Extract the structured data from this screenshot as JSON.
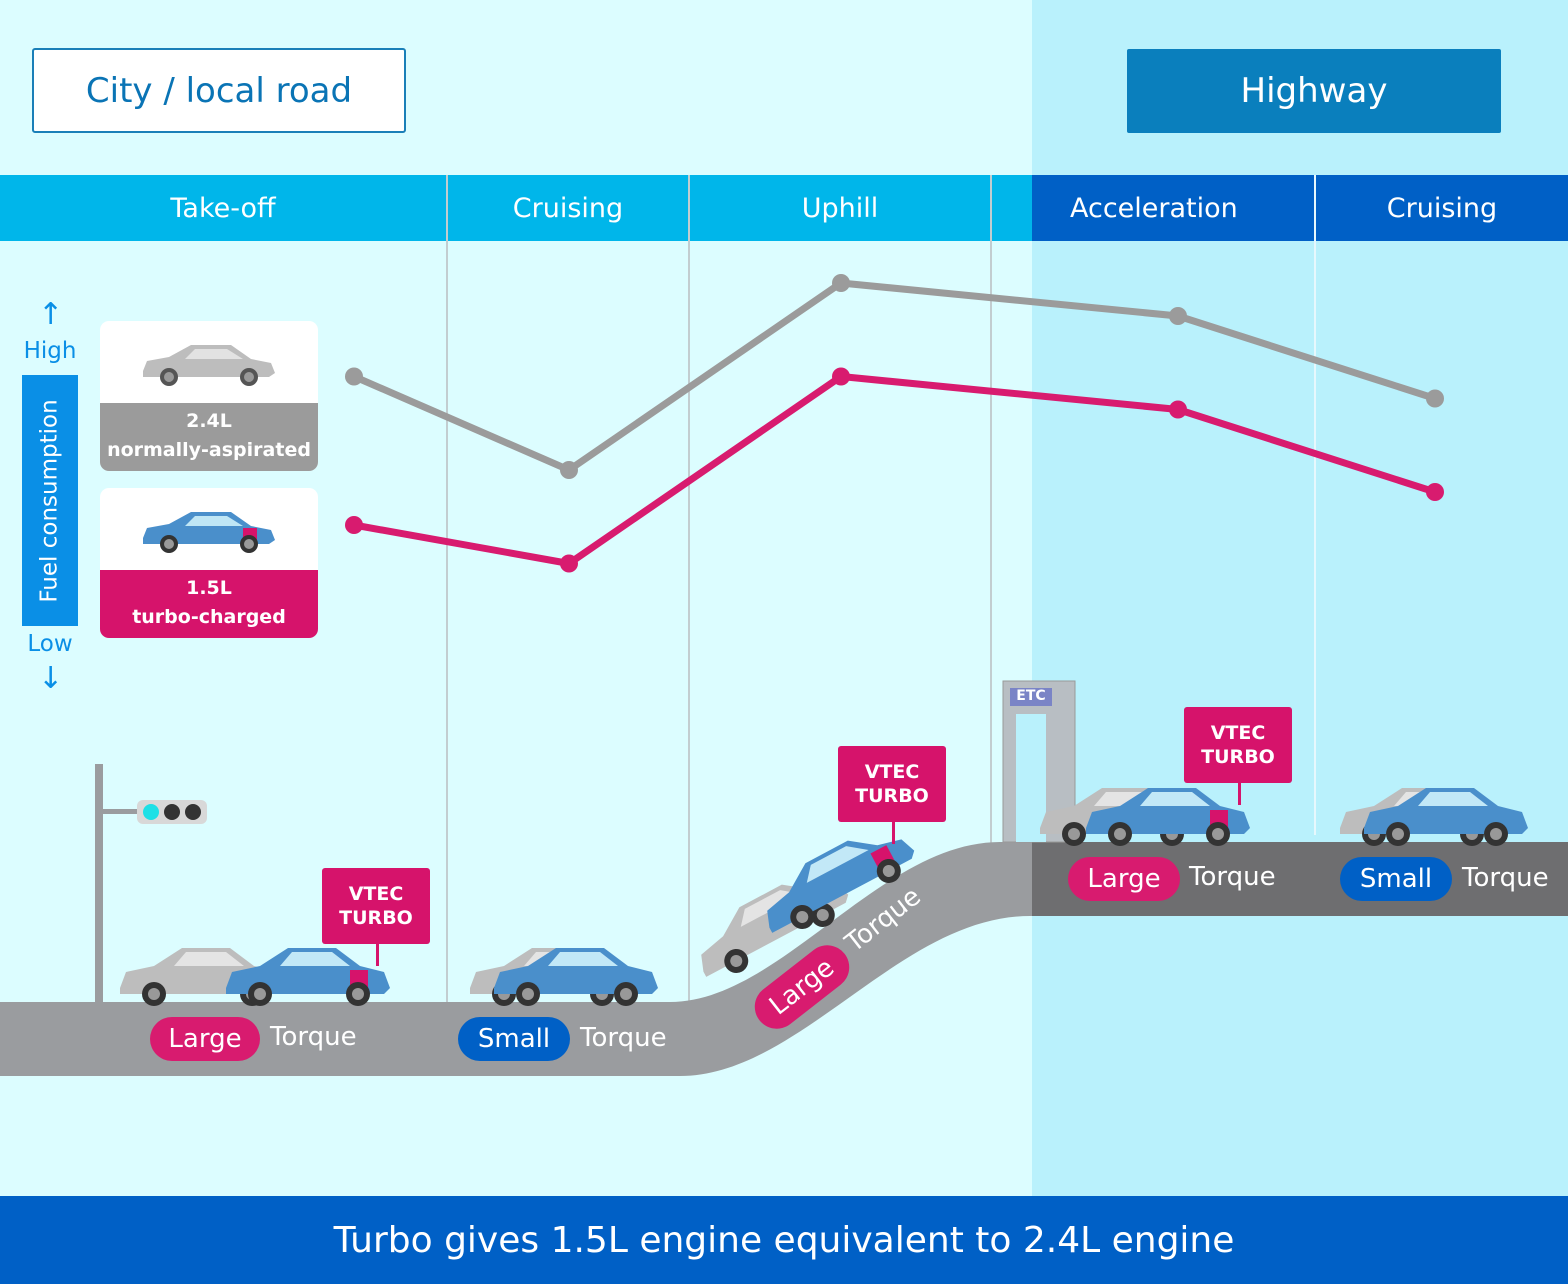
{
  "zones": {
    "city": "City / local road",
    "highway": "Highway"
  },
  "phases": [
    {
      "label": "Take-off",
      "zone": "city"
    },
    {
      "label": "Cruising",
      "zone": "city"
    },
    {
      "label": "Uphill",
      "zone": "city"
    },
    {
      "label": "Acceleration",
      "zone": "highway"
    },
    {
      "label": "Cruising",
      "zone": "highway"
    }
  ],
  "axis": {
    "title": "Fuel consumption",
    "high": "High",
    "low": "Low"
  },
  "legend": [
    {
      "line1": "2.4L",
      "line2": "normally-aspirated",
      "color": "#9b9b9b"
    },
    {
      "line1": "1.5L",
      "line2": "turbo-charged",
      "color": "#d81b6f"
    }
  ],
  "chart_data": {
    "type": "line",
    "categories": [
      "Take-off",
      "Cruising",
      "Uphill",
      "Acceleration",
      "Cruising"
    ],
    "series": [
      {
        "name": "2.4L normally-aspirated",
        "color": "#9b9b9b",
        "values": [
          0.77,
          0.6,
          0.94,
          0.88,
          0.73
        ]
      },
      {
        "name": "1.5L turbo-charged",
        "color": "#d81b6f",
        "values": [
          0.5,
          0.43,
          0.77,
          0.71,
          0.56
        ]
      }
    ],
    "ylabel": "Fuel consumption",
    "ylim": [
      0,
      1
    ],
    "y_axis_labels": [
      "Low",
      "High"
    ]
  },
  "torque": [
    {
      "size": "Large",
      "word": "Torque"
    },
    {
      "size": "Small",
      "word": "Torque"
    },
    {
      "size": "Large",
      "word": "Torque"
    },
    {
      "size": "Large",
      "word": "Torque"
    },
    {
      "size": "Small",
      "word": "Torque"
    }
  ],
  "vtec": {
    "line1": "VTEC",
    "line2": "TURBO"
  },
  "etc_sign": "ETC",
  "footer": "Turbo gives 1.5L engine equivalent to 2.4L engine",
  "colors": {
    "turbo": "#d81b6f",
    "na": "#9b9b9b",
    "city_phase": "#00b6ea",
    "highway_phase": "#0060c6",
    "footer": "#0060c6"
  }
}
